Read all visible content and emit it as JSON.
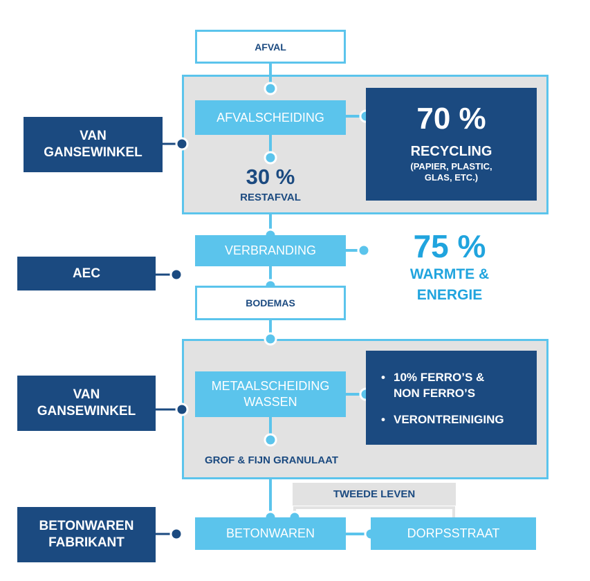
{
  "nodes": {
    "afval": "AFVAL",
    "afvalscheiding": "AFVALSCHEIDING",
    "restafval_pct": "30 %",
    "restafval": "RESTAFVAL",
    "verbranding": "VERBRANDING",
    "bodemas": "BODEMAS",
    "metaalscheiding_line1": "METAALSCHEIDING",
    "metaalscheiding_line2": "WASSEN",
    "granulaat": "GROF & FIJN GRANULAAT",
    "tweede_leven": "TWEEDE LEVEN",
    "betonwaren": "BETONWAREN",
    "dorpsstraat": "DORPSSTRAAT"
  },
  "recycling": {
    "pct": "70 %",
    "title": "RECYCLING",
    "detail_line1": "(PAPIER, PLASTIC,",
    "detail_line2": "GLAS, ETC.)"
  },
  "energy": {
    "pct": "75 %",
    "line1": "WARMTE &",
    "line2": "ENERGIE"
  },
  "metals": {
    "items": [
      "10% FERRO’S &\nNON FERRO’S",
      "VERONTREINIGING"
    ]
  },
  "actors": {
    "van_gansewinkel_1_line1": "VAN",
    "van_gansewinkel_1_line2": "GANSEWINKEL",
    "aec": "AEC",
    "van_gansewinkel_2_line1": "VAN",
    "van_gansewinkel_2_line2": "GANSEWINKEL",
    "betonwaren_fabrikant_line1": "BETONWAREN",
    "betonwaren_fabrikant_line2": "FABRIKANT"
  },
  "colors": {
    "navy": "#1b4a80",
    "light_blue": "#5bc4ec",
    "accent_cyan": "#20a4de",
    "panel_grey": "#e2e2e2"
  }
}
